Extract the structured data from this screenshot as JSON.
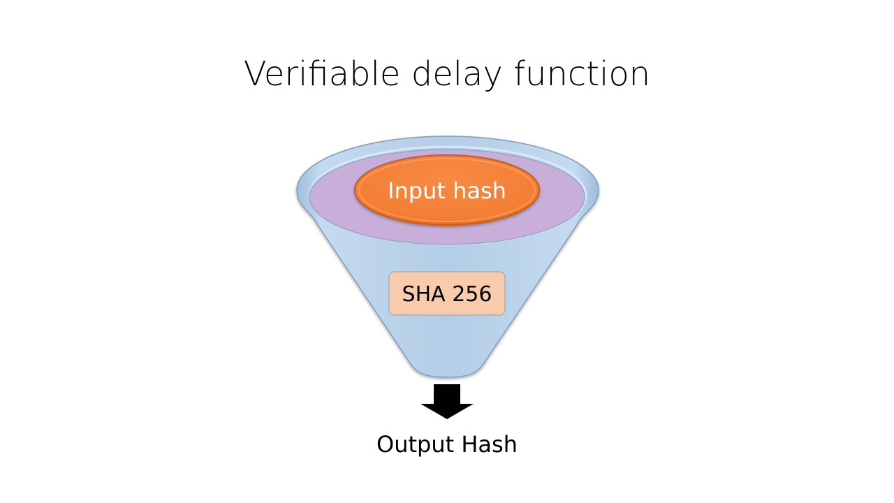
{
  "slide": {
    "title": "Verifiable delay function"
  },
  "funnel": {
    "input_label": "Input hash",
    "process_label": "SHA 256",
    "output_label": "Output Hash"
  },
  "colors": {
    "funnel_fill": "#b0cbe5",
    "funnel_rim": "#c9b0d9",
    "input_fill": "#f5823a",
    "process_fill": "#f8cbad",
    "arrow": "#000000"
  }
}
